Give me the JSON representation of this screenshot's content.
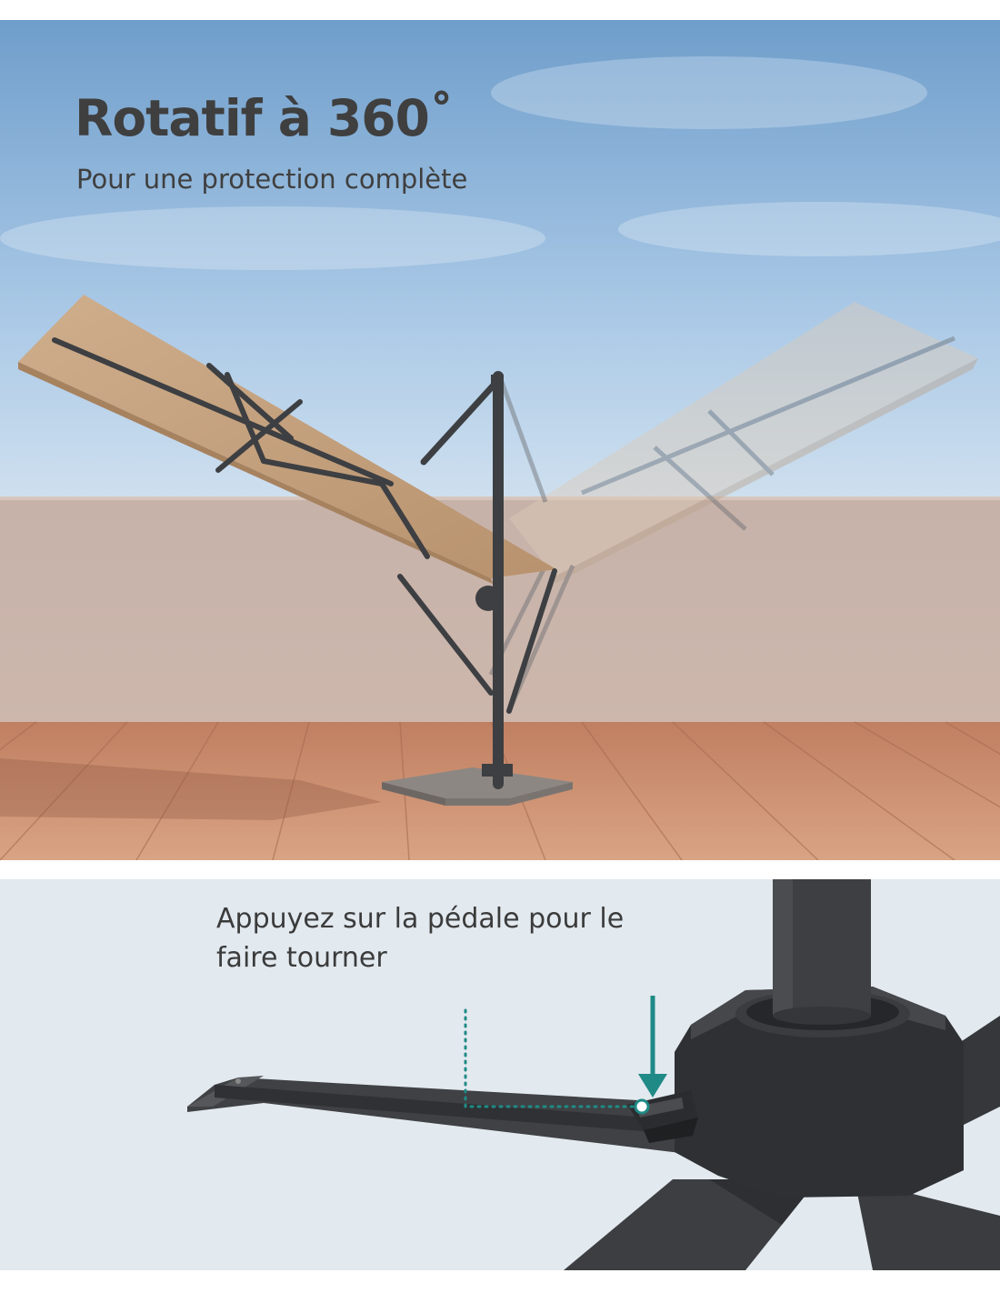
{
  "header": {
    "title": "Rotatif à 360˚",
    "subtitle": "Pour une protection complète"
  },
  "detail": {
    "instruction": "Appuyez sur la pédale pour le faire tourner"
  },
  "colors": {
    "sky_top": "#6d9cc9",
    "sky_bottom": "#c8dcef",
    "wall": "#c9b5ac",
    "deck": "#c88f6e",
    "canopy": "#c9a682",
    "frame": "#3d3f42",
    "accent": "#1f8a86",
    "detail_background": "#e2e9ef"
  },
  "icons": {
    "arrow": "down-arrow-icon",
    "guide": "dotted-guide-line"
  }
}
